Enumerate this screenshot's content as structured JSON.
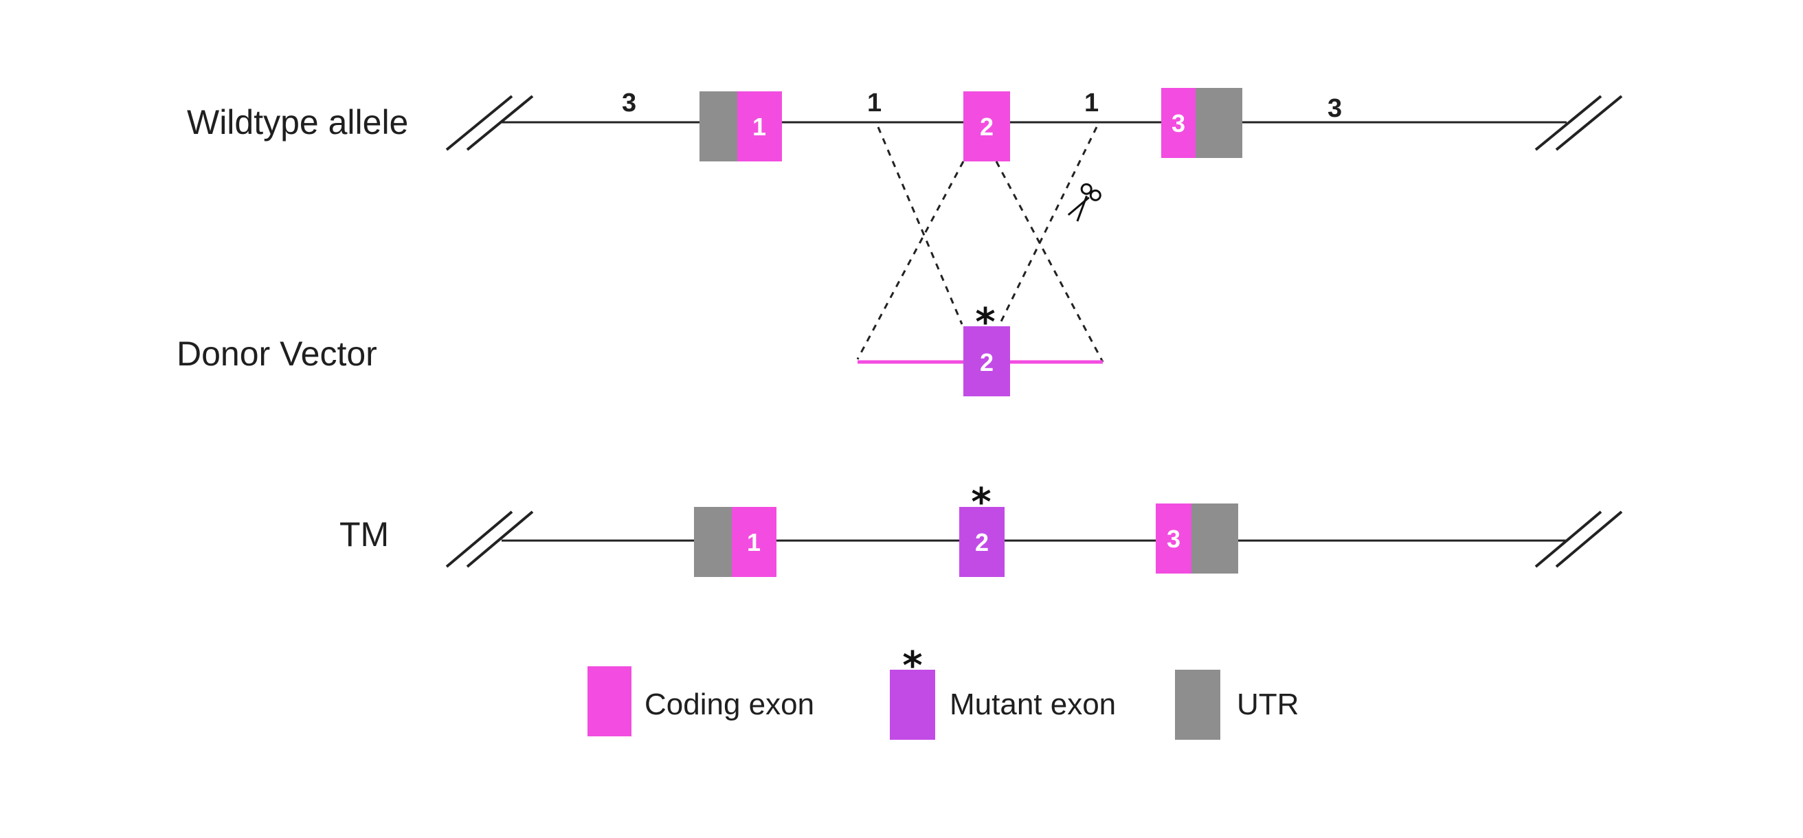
{
  "colors": {
    "coding_exon": "#f24de0",
    "mutant_exon": "#c24be6",
    "utr": "#8e8e8e",
    "line": "#222222",
    "donor_line": "#f24de0"
  },
  "rows": {
    "wildtype": {
      "label": "Wildtype allele",
      "intron_labels": [
        "3",
        "1",
        "1",
        "3"
      ],
      "exons": [
        "1",
        "2",
        "3"
      ]
    },
    "donor": {
      "label": "Donor Vector",
      "exons": [
        "2"
      ],
      "mutation_marker": "*"
    },
    "tm": {
      "label": "TM",
      "exons": [
        "1",
        "2",
        "3"
      ],
      "mutation_marker": "*"
    }
  },
  "icons": {
    "scissors": "scissors-icon",
    "break": "break-mark-icon"
  },
  "legend": {
    "marker": "*",
    "items": [
      {
        "label": "Coding exon",
        "type": "coding_exon"
      },
      {
        "label": "Mutant exon",
        "type": "mutant_exon"
      },
      {
        "label": "UTR",
        "type": "utr"
      }
    ]
  }
}
